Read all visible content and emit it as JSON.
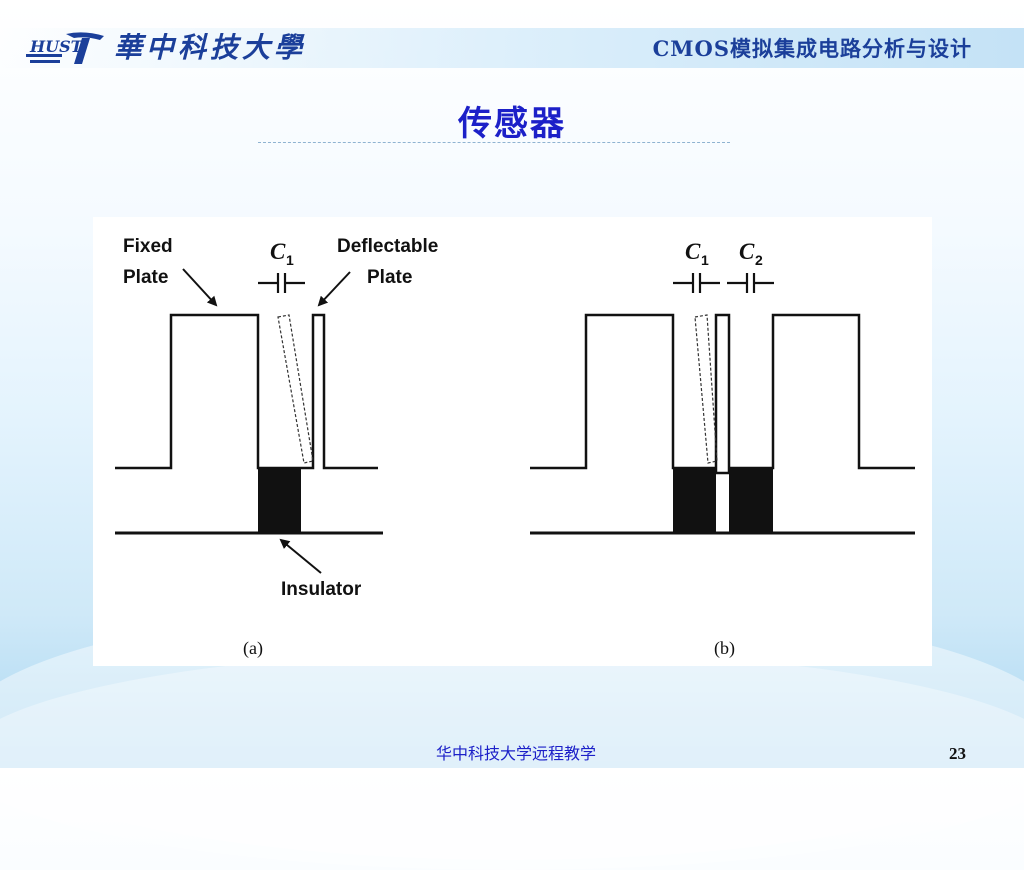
{
  "header": {
    "logo_text": "HUST",
    "university_name": "華中科技大學",
    "course_title": "CMOS模拟集成电路分析与设计",
    "brand_color": "#1b3f9a"
  },
  "slide": {
    "title": "传感器",
    "title_color": "#1c20c8"
  },
  "figure": {
    "panel_a": {
      "fixed_plate_label_line1": "Fixed",
      "fixed_plate_label_line2": "Plate",
      "deflectable_label_line1": "Deflectable",
      "deflectable_label_line2": "Plate",
      "cap_symbol": "C",
      "cap_index": "1",
      "insulator_label": "Insulator",
      "caption": "(a)"
    },
    "panel_b": {
      "cap1_symbol": "C",
      "cap1_index": "1",
      "cap2_symbol": "C",
      "cap2_index": "2",
      "caption": "(b)"
    }
  },
  "footer": {
    "text": "华中科技大学远程教学",
    "page_number": "23"
  }
}
